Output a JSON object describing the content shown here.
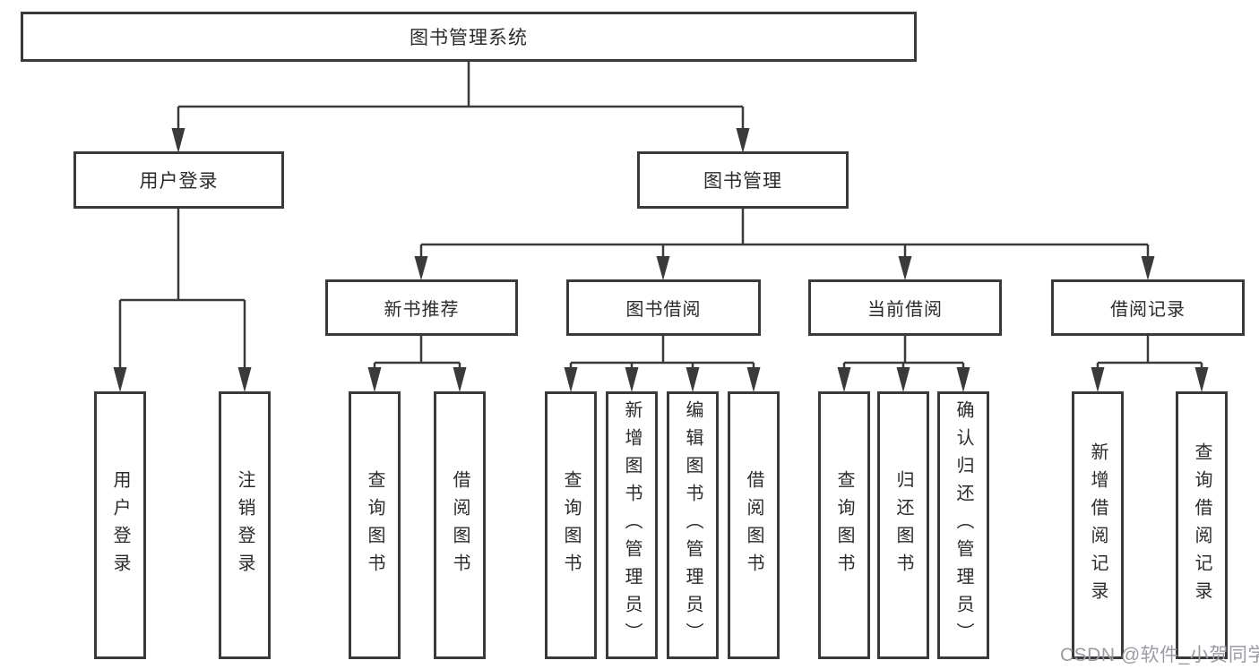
{
  "diagram": {
    "nodes": {
      "root": {
        "label": "图书管理系统"
      },
      "user_login": {
        "label": "用户登录"
      },
      "book_mgmt": {
        "label": "图书管理"
      },
      "new_books": {
        "label": "新书推荐"
      },
      "book_borrow": {
        "label": "图书借阅"
      },
      "current_borrow": {
        "label": "当前借阅"
      },
      "borrow_records": {
        "label": "借阅记录"
      }
    },
    "leaves": [
      {
        "label": "用户登录"
      },
      {
        "label": "注销登录"
      },
      {
        "label": "查询图书"
      },
      {
        "label": "借阅图书"
      },
      {
        "label": "查询图书"
      },
      {
        "label": "新增图书（管理员）"
      },
      {
        "label": "编辑图书（管理员）"
      },
      {
        "label": "借阅图书"
      },
      {
        "label": "查询图书"
      },
      {
        "label": "归还图书"
      },
      {
        "label": "确认归还（管理员）"
      },
      {
        "label": "新增借阅记录"
      },
      {
        "label": "查询借阅记录"
      }
    ],
    "edges": [
      {
        "from": "图书管理系统",
        "to": [
          "用户登录",
          "图书管理"
        ]
      },
      {
        "from": "用户登录",
        "to": [
          "用户登录",
          "注销登录"
        ]
      },
      {
        "from": "图书管理",
        "to": [
          "新书推荐",
          "图书借阅",
          "当前借阅",
          "借阅记录"
        ]
      },
      {
        "from": "新书推荐",
        "to": [
          "查询图书",
          "借阅图书"
        ]
      },
      {
        "from": "图书借阅",
        "to": [
          "查询图书",
          "新增图书（管理员）",
          "编辑图书（管理员）",
          "借阅图书"
        ]
      },
      {
        "from": "当前借阅",
        "to": [
          "查询图书",
          "归还图书",
          "确认归还（管理员）"
        ]
      },
      {
        "from": "借阅记录",
        "to": [
          "新增借阅记录",
          "查询借阅记录"
        ]
      }
    ]
  },
  "watermark": {
    "text": "CSDN @软件_小贺同学"
  },
  "colors": {
    "line": "#3a3a3a",
    "box_border": "#3a3a3a",
    "text": "#2b2b2b",
    "background": "#ffffff",
    "watermark": "#9b9ba3"
  }
}
